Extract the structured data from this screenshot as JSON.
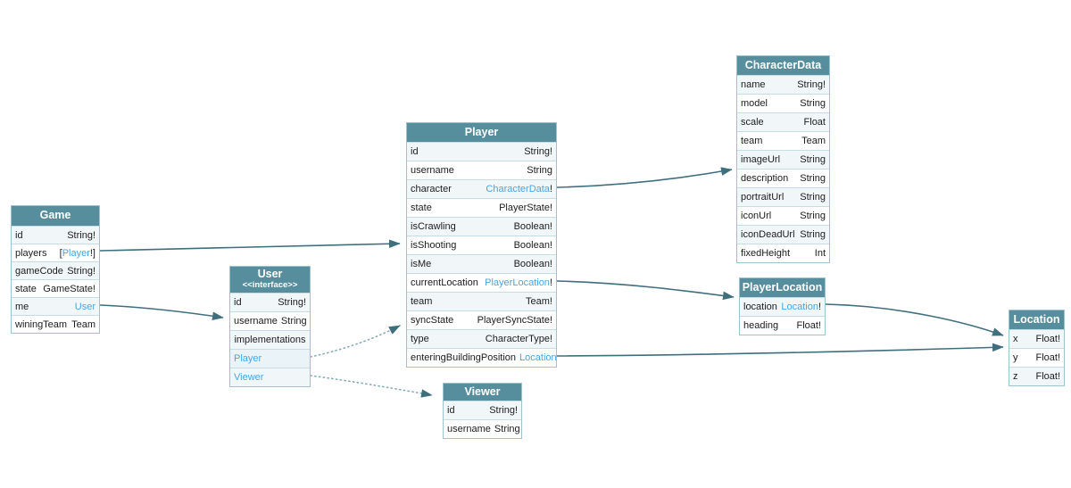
{
  "diagram": {
    "colors": {
      "header_bg": "#568e9e",
      "header_text": "#ffffff",
      "link_blue": "#4aa5e3",
      "arrow": "#3f6f7d",
      "dashed_arrow": "#84adb9",
      "row_stripe": "#f1f7f9",
      "border": "#9cc3cf"
    },
    "tables": {
      "game": {
        "title": "Game",
        "fields": [
          {
            "name": "id",
            "type": [
              {
                "text": "String!"
              }
            ]
          },
          {
            "name": "players",
            "type": [
              {
                "text": "["
              },
              {
                "text": "Player",
                "link": true
              },
              {
                "text": "!]"
              }
            ]
          },
          {
            "name": "gameCode",
            "type": [
              {
                "text": "String!"
              }
            ]
          },
          {
            "name": "state",
            "type": [
              {
                "text": "GameState!"
              }
            ]
          },
          {
            "name": "me",
            "type": [
              {
                "text": "User",
                "link": true
              }
            ]
          },
          {
            "name": "winingTeam",
            "type": [
              {
                "text": "Team"
              }
            ]
          }
        ]
      },
      "user": {
        "title": "User",
        "subtitle": "<<interface>>",
        "fields": [
          {
            "name": "id",
            "type": [
              {
                "text": "String!"
              }
            ]
          },
          {
            "name": "username",
            "type": [
              {
                "text": "String"
              }
            ]
          },
          {
            "name": "implementations",
            "center": true
          },
          {
            "name": "Player",
            "nameLink": true,
            "impl": true
          },
          {
            "name": "Viewer",
            "nameLink": true,
            "impl": true
          }
        ]
      },
      "player": {
        "title": "Player",
        "fields": [
          {
            "name": "id",
            "type": [
              {
                "text": "String!"
              }
            ]
          },
          {
            "name": "username",
            "type": [
              {
                "text": "String"
              }
            ]
          },
          {
            "name": "character",
            "type": [
              {
                "text": "CharacterData",
                "link": true
              },
              {
                "text": "!"
              }
            ]
          },
          {
            "name": "state",
            "type": [
              {
                "text": "PlayerState!"
              }
            ]
          },
          {
            "name": "isCrawling",
            "type": [
              {
                "text": "Boolean!"
              }
            ]
          },
          {
            "name": "isShooting",
            "type": [
              {
                "text": "Boolean!"
              }
            ]
          },
          {
            "name": "isMe",
            "type": [
              {
                "text": "Boolean!"
              }
            ]
          },
          {
            "name": "currentLocation",
            "type": [
              {
                "text": "PlayerLocation",
                "link": true
              },
              {
                "text": "!"
              }
            ]
          },
          {
            "name": "team",
            "type": [
              {
                "text": "Team!"
              }
            ]
          },
          {
            "name": "syncState",
            "type": [
              {
                "text": "PlayerSyncState!"
              }
            ]
          },
          {
            "name": "type",
            "type": [
              {
                "text": "CharacterType!"
              }
            ]
          },
          {
            "name": "enteringBuildingPosition",
            "type": [
              {
                "text": "Location",
                "link": true
              }
            ]
          }
        ]
      },
      "viewer": {
        "title": "Viewer",
        "fields": [
          {
            "name": "id",
            "type": [
              {
                "text": "String!"
              }
            ]
          },
          {
            "name": "username",
            "type": [
              {
                "text": "String"
              }
            ]
          }
        ]
      },
      "characterdata": {
        "title": "CharacterData",
        "fields": [
          {
            "name": "name",
            "type": [
              {
                "text": "String!"
              }
            ]
          },
          {
            "name": "model",
            "type": [
              {
                "text": "String"
              }
            ]
          },
          {
            "name": "scale",
            "type": [
              {
                "text": "Float"
              }
            ]
          },
          {
            "name": "team",
            "type": [
              {
                "text": "Team"
              }
            ]
          },
          {
            "name": "imageUrl",
            "type": [
              {
                "text": "String"
              }
            ]
          },
          {
            "name": "description",
            "type": [
              {
                "text": "String"
              }
            ]
          },
          {
            "name": "portraitUrl",
            "type": [
              {
                "text": "String"
              }
            ]
          },
          {
            "name": "iconUrl",
            "type": [
              {
                "text": "String"
              }
            ]
          },
          {
            "name": "iconDeadUrl",
            "type": [
              {
                "text": "String"
              }
            ]
          },
          {
            "name": "fixedHeight",
            "type": [
              {
                "text": "Int"
              }
            ]
          }
        ]
      },
      "playerlocation": {
        "title": "PlayerLocation",
        "fields": [
          {
            "name": "location",
            "type": [
              {
                "text": "Location",
                "link": true
              },
              {
                "text": "!"
              }
            ]
          },
          {
            "name": "heading",
            "type": [
              {
                "text": "Float!"
              }
            ]
          }
        ]
      },
      "location": {
        "title": "Location",
        "fields": [
          {
            "name": "x",
            "type": [
              {
                "text": "Float!"
              }
            ]
          },
          {
            "name": "y",
            "type": [
              {
                "text": "Float!"
              }
            ]
          },
          {
            "name": "z",
            "type": [
              {
                "text": "Float!"
              }
            ]
          }
        ]
      }
    },
    "edges": [
      {
        "from": "Game.players",
        "to": "Player",
        "style": "solid"
      },
      {
        "from": "Game.me",
        "to": "User",
        "style": "solid"
      },
      {
        "from": "Player.character",
        "to": "CharacterData",
        "style": "solid"
      },
      {
        "from": "Player.currentLocation",
        "to": "PlayerLocation",
        "style": "solid"
      },
      {
        "from": "Player.enteringBuildingPosition",
        "to": "Location",
        "style": "solid"
      },
      {
        "from": "PlayerLocation.location",
        "to": "Location",
        "style": "solid"
      },
      {
        "from": "User.Player",
        "to": "Player",
        "style": "dashed"
      },
      {
        "from": "User.Viewer",
        "to": "Viewer",
        "style": "dashed"
      }
    ]
  }
}
